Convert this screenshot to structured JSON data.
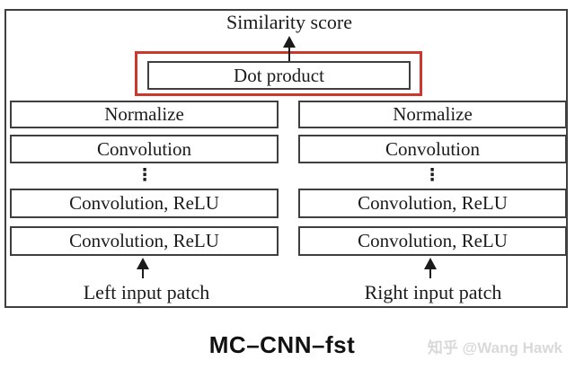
{
  "diagram": {
    "output_label": "Similarity score",
    "dot_product_label": "Dot product",
    "columns": [
      {
        "side": "left",
        "top_layers": [
          "Normalize",
          "Convolution"
        ],
        "ellipsis": "⋮",
        "bottom_layers": [
          "Convolution, ReLU",
          "Convolution, ReLU"
        ],
        "input_label": "Left input patch"
      },
      {
        "side": "right",
        "top_layers": [
          "Normalize",
          "Convolution"
        ],
        "ellipsis": "⋮",
        "bottom_layers": [
          "Convolution, ReLU",
          "Convolution, ReLU"
        ],
        "input_label": "Right input patch"
      }
    ],
    "caption": "MC–CNN–fst"
  },
  "watermark": {
    "text": "知乎 @Wang Hawk"
  },
  "colors": {
    "accent-red": "#cd382d",
    "border": "#3f3f3f",
    "text": "#1b1b1b",
    "watermark": "#d9d9d9",
    "background": "#ffffff"
  }
}
